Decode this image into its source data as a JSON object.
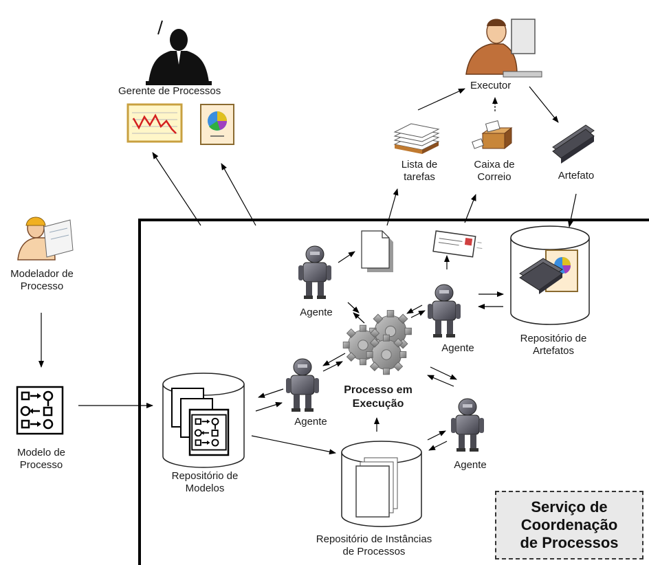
{
  "labels": {
    "manager": "Gerente de Processos",
    "executor": "Executor",
    "task_list": [
      "Lista de",
      "tarefas"
    ],
    "mailbox": [
      "Caixa de",
      "Correio"
    ],
    "artifact": "Artefato",
    "modeler": [
      "Modelador de",
      "Processo"
    ],
    "process_model": [
      "Modelo de",
      "Processo"
    ],
    "agent": "Agente",
    "process_running": [
      "Processo em",
      "Execução"
    ],
    "artifact_repo": [
      "Repositório de",
      "Artefatos"
    ],
    "model_repo": [
      "Repositório de",
      "Modelos"
    ],
    "instance_repo": [
      "Repositório de Instâncias",
      "de Processos"
    ],
    "service": [
      "Serviço de",
      "Coordenação",
      "de Processos"
    ]
  },
  "colors": {
    "line": "#000000",
    "box_fill": "#e9e9e9",
    "gear": "#8f8f8f",
    "robot": "#5c5c66",
    "chart_frame": "#c8a040",
    "chart_line": "#d42020"
  },
  "icons": {
    "manager": "businessman-silhouette-icon",
    "executor": "office-worker-icon",
    "task_list": "paper-stack-icon",
    "mailbox": "mailbox-icon",
    "artifact": "stapler-icon",
    "modeler": "engineer-with-plans-icon",
    "process_model": "flow-diagram-icon",
    "agent": "robot-icon",
    "engine": "gears-icon"
  }
}
